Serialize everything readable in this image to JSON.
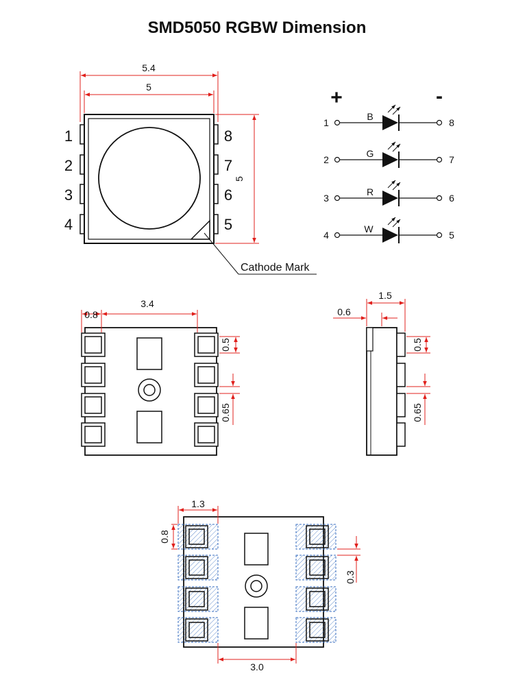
{
  "title": "SMD5050 RGBW Dimension",
  "top_view": {
    "dim_outer_width": "5.4",
    "dim_body_width": "5",
    "dim_height": "5",
    "pins_left": [
      "1",
      "2",
      "3",
      "4"
    ],
    "pins_right": [
      "8",
      "7",
      "6",
      "5"
    ],
    "cathode_label": "Cathode Mark"
  },
  "schematic": {
    "plus": "+",
    "minus": "-",
    "rows": [
      {
        "left": "1",
        "label": "B",
        "right": "8"
      },
      {
        "left": "2",
        "label": "G",
        "right": "7"
      },
      {
        "left": "3",
        "label": "R",
        "right": "6"
      },
      {
        "left": "4",
        "label": "W",
        "right": "5"
      }
    ]
  },
  "bottom_view": {
    "dim_pad": "0.8",
    "dim_span": "3.4",
    "dim_pad_height": "0.5",
    "dim_pitch": "0.65"
  },
  "side_view": {
    "dim_total": "1.5",
    "dim_lens": "0.6",
    "dim_pad_height": "0.5",
    "dim_pitch": "0.65"
  },
  "footprint": {
    "dim_width": "1.3",
    "dim_height": "0.8",
    "dim_gap": "0.3",
    "dim_span": "3.0"
  },
  "colors": {
    "outline": "#111111",
    "dimension": "#e0201c",
    "land": "#3a6fc0"
  }
}
